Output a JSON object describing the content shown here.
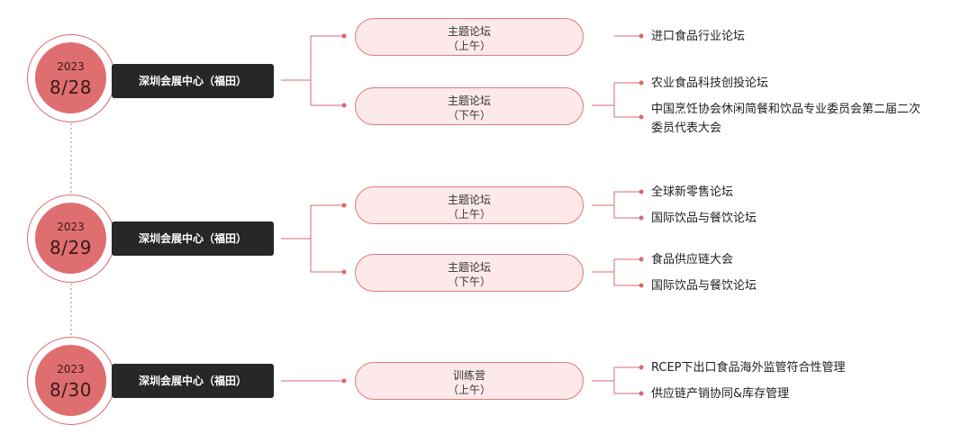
{
  "colors": {
    "accent": "#df6e70",
    "venue_bg": "#272727",
    "session_bg": "#fde9ea",
    "line": "#d9686c"
  },
  "days": [
    {
      "year": "2023",
      "date": "8/28",
      "venue": "深圳会展中心（福田）",
      "sessions": [
        {
          "title": "主题论坛",
          "time": "（上午）",
          "topics": [
            "进口食品行业论坛"
          ]
        },
        {
          "title": "主题论坛",
          "time": "（下午）",
          "topics": [
            "农业食品科技创投论坛",
            "中国烹饪协会休闲简餐和饮品专业委员会第二届二次委员代表大会"
          ]
        }
      ]
    },
    {
      "year": "2023",
      "date": "8/29",
      "venue": "深圳会展中心（福田）",
      "sessions": [
        {
          "title": "主题论坛",
          "time": "（上午）",
          "topics": [
            "全球新零售论坛",
            "国际饮品与餐饮论坛"
          ]
        },
        {
          "title": "主题论坛",
          "time": "（下午）",
          "topics": [
            "食品供应链大会",
            "国际饮品与餐饮论坛"
          ]
        }
      ]
    },
    {
      "year": "2023",
      "date": "8/30",
      "venue": "深圳会展中心（福田）",
      "sessions": [
        {
          "title": "训练营",
          "time": "（上午）",
          "topics": [
            "RCEP下出口食品海外监管符合性管理",
            "供应链产销协同&库存管理"
          ]
        }
      ]
    }
  ]
}
